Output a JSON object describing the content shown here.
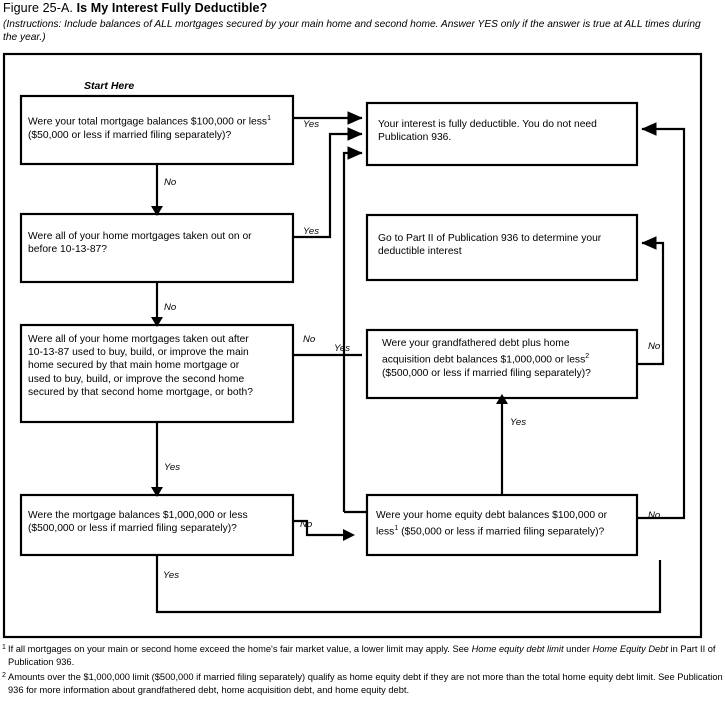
{
  "figure": {
    "number": "Figure 25-A.",
    "question": "Is My Interest Fully Deductible?",
    "instructions": "(Instructions: Include balances of ALL mortgages secured by your main home and second home. Answer YES only if the answer is true at ALL times during the year.)",
    "start_label": "Start Here"
  },
  "nodes": {
    "q1": {
      "id": "q1",
      "type": "decision",
      "line1": "Were your total mortgage balances $100,000 or less",
      "line1_sup": "1",
      "line2": "($50,000 or less if married filing separately)?"
    },
    "q2": {
      "id": "q2",
      "type": "decision",
      "line1": "Were all of your home mortgages taken out on or",
      "line2": "before 10-13-87?"
    },
    "q3": {
      "id": "q3",
      "type": "decision",
      "line1": "Were all of your home mortgages taken out after",
      "line2": "10-13-87 used to buy, build, or improve the main",
      "line3": "home secured by that main home mortgage or",
      "line4": "used to buy, build, or improve the second home",
      "line5": "secured by that second home mortgage, or both?"
    },
    "q4": {
      "id": "q4",
      "type": "decision",
      "line1": "Were the mortgage balances $1,000,000 or less",
      "line2": "($500,000 or less if married filing separately)?"
    },
    "q5": {
      "id": "q5",
      "type": "decision",
      "line1": "Were your grandfathered debt plus home",
      "line2": "acquisition debt balances $1,000,000 or less",
      "line2_sup": "2",
      "line3": "($500,000 or less if married filing separately)?"
    },
    "q6": {
      "id": "q6",
      "type": "decision",
      "line1": "Were your home equity debt balances $100,000 or",
      "line2_pre": "less",
      "line2_sup": "1",
      "line2_post": " ($50,000 or less if married filing separately)?"
    },
    "r1": {
      "id": "r1",
      "type": "result",
      "line1": "Your interest is fully deductible.  You do not need",
      "line2": "Publication 936."
    },
    "r2": {
      "id": "r2",
      "type": "result",
      "line1": "Go to Part II of Publication 936 to determine your",
      "line2": "deductible interest"
    }
  },
  "edges": [
    {
      "from": "q1",
      "to": "r1",
      "label": "Yes"
    },
    {
      "from": "q1",
      "to": "q2",
      "label": "No"
    },
    {
      "from": "q2",
      "to": "r1",
      "label": "Yes"
    },
    {
      "from": "q2",
      "to": "q3",
      "label": "No"
    },
    {
      "from": "q3",
      "to": "q5",
      "label": "No"
    },
    {
      "from": "q3",
      "to": "q4",
      "label": "Yes"
    },
    {
      "from": "q4",
      "to": "q6",
      "label": "No"
    },
    {
      "from": "q4",
      "to": "q6_bottom",
      "label": "Yes"
    },
    {
      "from": "q5",
      "to": "r2",
      "label": "No"
    },
    {
      "from": "q6",
      "to": "q5",
      "label": "Yes"
    },
    {
      "from": "q6",
      "to": "r1",
      "label": "No"
    }
  ],
  "footnotes": [
    {
      "mark": "1",
      "parts": [
        {
          "text": "If all mortgages on your main or second home exceed the home's fair market value, a lower limit may apply. See ",
          "italic": false
        },
        {
          "text": "Home equity debt limit",
          "italic": true
        },
        {
          "text": " under ",
          "italic": false
        },
        {
          "text": "Home Equity Debt",
          "italic": true
        },
        {
          "text": " in Part II of Publication 936.",
          "italic": false
        }
      ]
    },
    {
      "mark": "2",
      "parts": [
        {
          "text": "Amounts over the $1,000,000 limit ($500,000 if married filing separately) qualify as home equity debt if they are not more than the total home equity debt limit. See Publication 936 for more information about grandfathered debt, home acquisition debt, and home equity debt.",
          "italic": false
        }
      ]
    }
  ],
  "colors": {
    "stroke": "#000000",
    "background": "#ffffff",
    "text": "#000000"
  }
}
